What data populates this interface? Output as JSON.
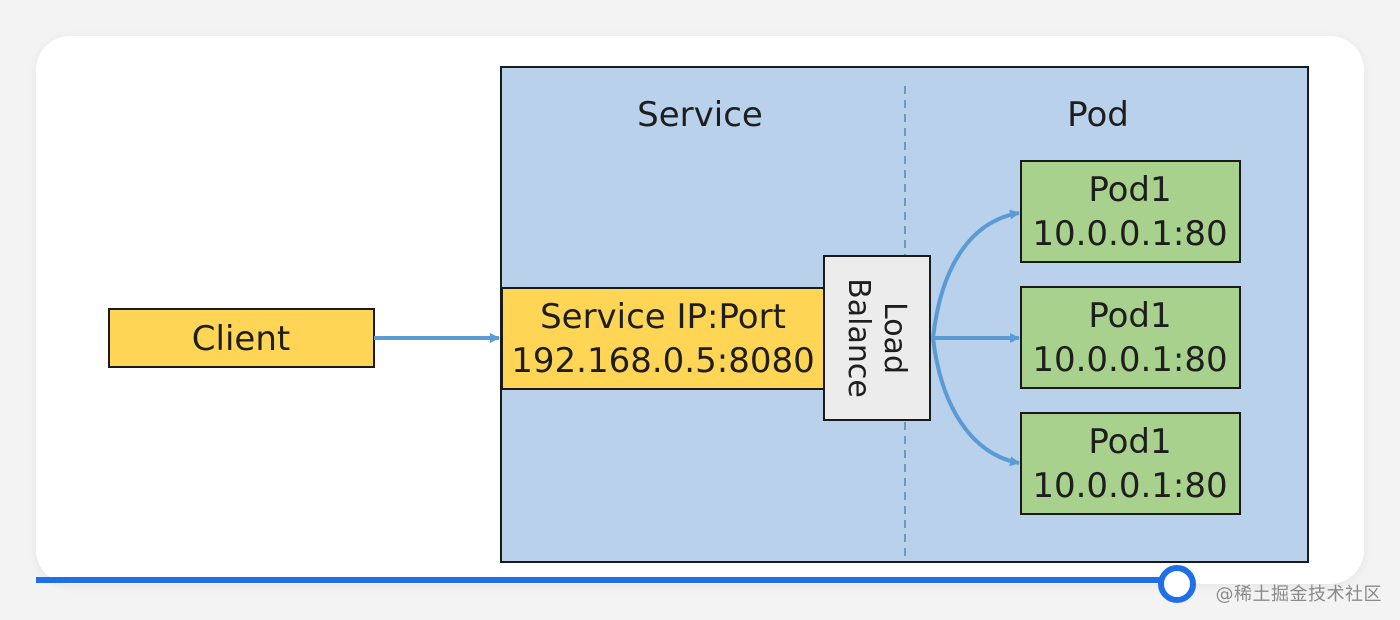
{
  "diagram": {
    "service_title": "Service",
    "pod_title": "Pod",
    "client_label": "Client",
    "service_ip_line1": "Service IP:Port",
    "service_ip_line2": "192.168.0.5:8080",
    "load_balance_line1": "Load",
    "load_balance_line2": "Balance",
    "pods": [
      {
        "name": "Pod1",
        "address": "10.0.0.1:80"
      },
      {
        "name": "Pod1",
        "address": "10.0.0.1:80"
      },
      {
        "name": "Pod1",
        "address": "10.0.0.1:80"
      }
    ]
  },
  "colors": {
    "service_area": "#b9d1ea",
    "yellow_box": "#ffd556",
    "green_box": "#a9d18e",
    "lb_box": "#ececec",
    "arrow": "#5b9bd5",
    "progress": "#1f6fe8"
  },
  "player": {
    "progress_percent": 86
  },
  "watermark": "@稀土掘金技术社区"
}
